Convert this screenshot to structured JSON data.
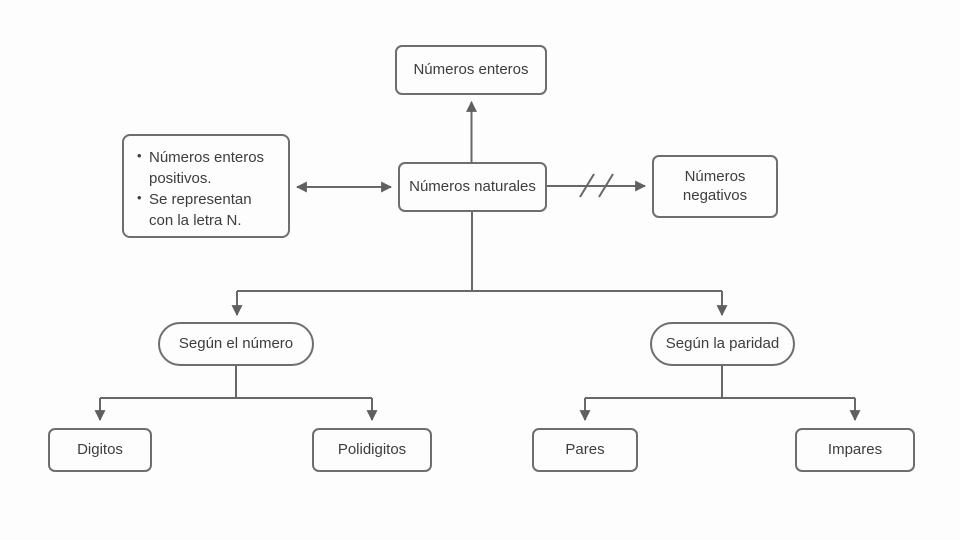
{
  "colors": {
    "bg": "#fdfdfd",
    "border": "#6e6e6e",
    "line": "#686868",
    "text": "#3d3d3d"
  },
  "nodes": {
    "enteros": {
      "label": "Números enteros"
    },
    "naturales": {
      "label": "Números naturales"
    },
    "notes": {
      "items": [
        "Números enteros positivos.",
        "Se representan con la letra N."
      ]
    },
    "negativos": {
      "label": "Números negativos"
    },
    "segun_numero": {
      "label": "Según el número"
    },
    "segun_paridad": {
      "label": "Según la paridad"
    },
    "digitos": {
      "label": "Digitos"
    },
    "polidigitos": {
      "label": "Polidigitos"
    },
    "pares": {
      "label": "Pares"
    },
    "impares": {
      "label": "Impares"
    }
  }
}
